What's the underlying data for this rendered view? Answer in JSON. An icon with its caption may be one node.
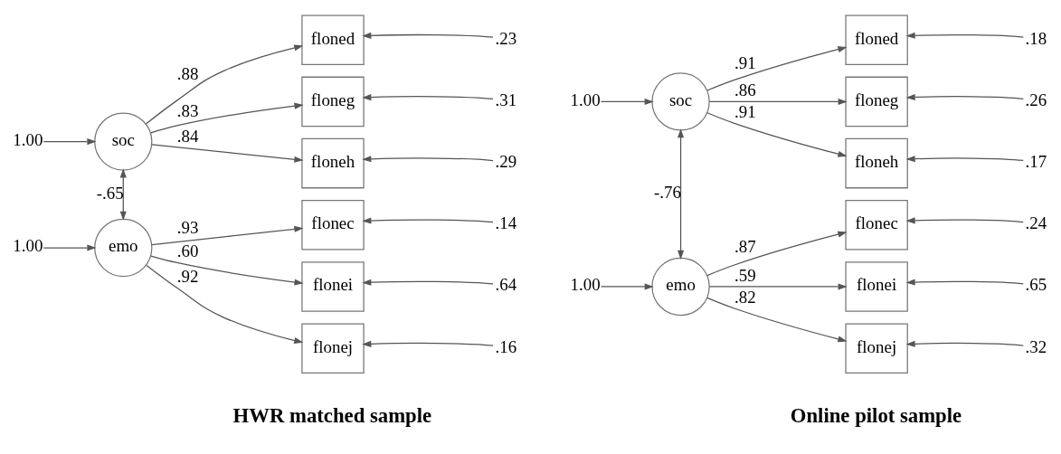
{
  "diagram": {
    "nodes": [
      {
        "text": [
          "soc"
        ]
      },
      {
        "text": [
          "emo"
        ]
      },
      {
        "text": [
          "floned"
        ]
      },
      {
        "text": [
          "floneg"
        ]
      },
      {
        "text": [
          "floneh"
        ]
      },
      {
        "text": [
          "flonec"
        ]
      },
      {
        "text": [
          "flonei"
        ]
      },
      {
        "text": [
          "flonej"
        ]
      },
      {
        "text": [
          "1.00"
        ]
      },
      {
        "text": [
          "1.00"
        ]
      },
      {
        "text": [
          ".23"
        ]
      },
      {
        "text": [
          ".31"
        ]
      },
      {
        "text": [
          ".29"
        ]
      },
      {
        "text": [
          ".14"
        ]
      },
      {
        "text": [
          ".64"
        ]
      },
      {
        "text": [
          ".16"
        ]
      },
      {
        "text": [
          "soc"
        ]
      },
      {
        "text": [
          "emo"
        ]
      },
      {
        "text": [
          "floned"
        ]
      },
      {
        "text": [
          "floneg"
        ]
      },
      {
        "text": [
          "floneh"
        ]
      },
      {
        "text": [
          "flonec"
        ]
      },
      {
        "text": [
          "flonei"
        ]
      },
      {
        "text": [
          "flonej"
        ]
      },
      {
        "text": [
          "1.00"
        ]
      },
      {
        "text": [
          "1.00"
        ]
      },
      {
        "text": [
          ".18"
        ]
      },
      {
        "text": [
          ".26"
        ]
      },
      {
        "text": [
          ".17"
        ]
      },
      {
        "text": [
          ".24"
        ]
      },
      {
        "text": [
          ".65"
        ]
      },
      {
        "text": [
          ".32"
        ]
      }
    ],
    "edges": [
      {
        "from": 8,
        "to": 0,
        "arrow": "to"
      },
      {
        "from": 9,
        "to": 1,
        "arrow": "to"
      },
      {
        "from": 0,
        "to": 1,
        "arrow": "both",
        "label": "-.65"
      },
      {
        "from": 0,
        "to": 2,
        "arrow": "to",
        "label": ".88"
      },
      {
        "from": 0,
        "to": 3,
        "arrow": "to",
        "label": ".83"
      },
      {
        "from": 0,
        "to": 4,
        "arrow": "to",
        "label": ".84"
      },
      {
        "from": 1,
        "to": 5,
        "arrow": "to",
        "label": ".93"
      },
      {
        "from": 1,
        "to": 6,
        "arrow": "to",
        "label": ".60"
      },
      {
        "from": 1,
        "to": 7,
        "arrow": "to",
        "label": ".92"
      },
      {
        "from": 10,
        "to": 2,
        "arrow": "to"
      },
      {
        "from": 11,
        "to": 3,
        "arrow": "to"
      },
      {
        "from": 12,
        "to": 4,
        "arrow": "to"
      },
      {
        "from": 13,
        "to": 5,
        "arrow": "to"
      },
      {
        "from": 14,
        "to": 6,
        "arrow": "to"
      },
      {
        "from": 15,
        "to": 7,
        "arrow": "to"
      },
      {
        "from": 24,
        "to": 16,
        "arrow": "to"
      },
      {
        "from": 25,
        "to": 17,
        "arrow": "to"
      },
      {
        "from": 16,
        "to": 17,
        "arrow": "both",
        "label": "-.76"
      },
      {
        "from": 16,
        "to": 18,
        "arrow": "to",
        "label": ".91"
      },
      {
        "from": 16,
        "to": 19,
        "arrow": "to",
        "label": ".86"
      },
      {
        "from": 16,
        "to": 20,
        "arrow": "to",
        "label": ".91"
      },
      {
        "from": 17,
        "to": 21,
        "arrow": "to",
        "label": ".87"
      },
      {
        "from": 17,
        "to": 22,
        "arrow": "to",
        "label": ".59"
      },
      {
        "from": 17,
        "to": 23,
        "arrow": "to",
        "label": ".82"
      },
      {
        "from": 26,
        "to": 18,
        "arrow": "to"
      },
      {
        "from": 27,
        "to": 19,
        "arrow": "to"
      },
      {
        "from": 28,
        "to": 20,
        "arrow": "to"
      },
      {
        "from": 29,
        "to": 21,
        "arrow": "to"
      },
      {
        "from": 30,
        "to": 22,
        "arrow": "to"
      },
      {
        "from": 31,
        "to": 23,
        "arrow": "to"
      }
    ],
    "labels": [
      "HWR matched sample",
      "Online pilot sample"
    ]
  }
}
